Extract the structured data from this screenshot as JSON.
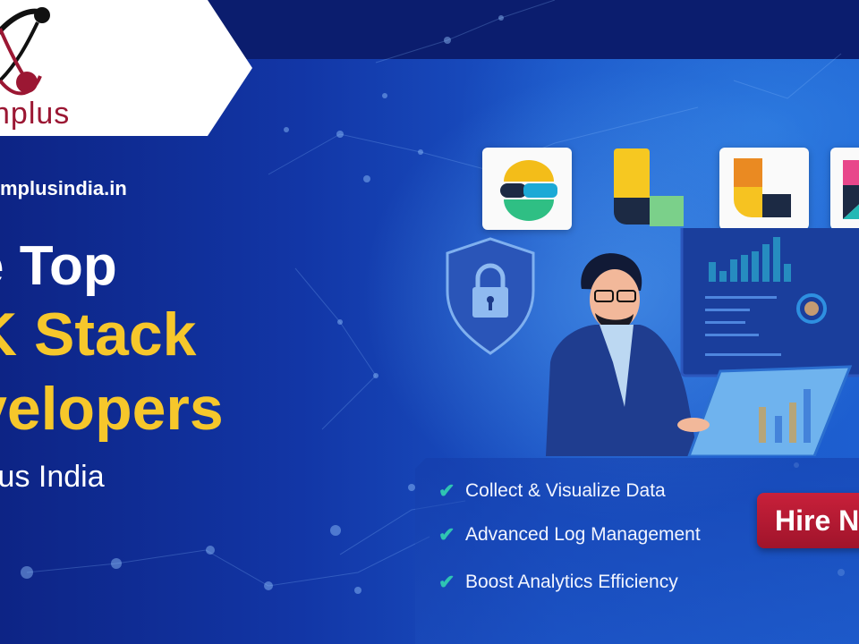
{
  "brand": {
    "logo_text": "nplus",
    "logo_colors": {
      "primary": "#9b1733",
      "dark": "#111111"
    }
  },
  "website": "mplusindia.in",
  "headline": {
    "line1": "e Top",
    "line2": "K Stack",
    "line3": "velopers",
    "subline": "lus India"
  },
  "tech_logos": [
    {
      "name": "Elasticsearch",
      "icon": "elasticsearch-logo"
    },
    {
      "name": "Logstash",
      "icon": "logstash-logo"
    },
    {
      "name": "Beats",
      "icon": "beats-logo"
    },
    {
      "name": "Kibana",
      "icon": "kibana-logo"
    }
  ],
  "features": [
    {
      "icon": "check-icon",
      "label": "Collect & Visualize Data"
    },
    {
      "icon": "check-icon",
      "label": "Advanced Log Management"
    },
    {
      "icon": "check-icon",
      "label": "Boost Analytics Efficiency"
    }
  ],
  "cta": {
    "label": "Hire N"
  },
  "colors": {
    "accent_yellow": "#f6c72b",
    "cta_red": "#b81a33",
    "check_teal": "#2fc4b2",
    "background_blue": "#1236a6"
  }
}
